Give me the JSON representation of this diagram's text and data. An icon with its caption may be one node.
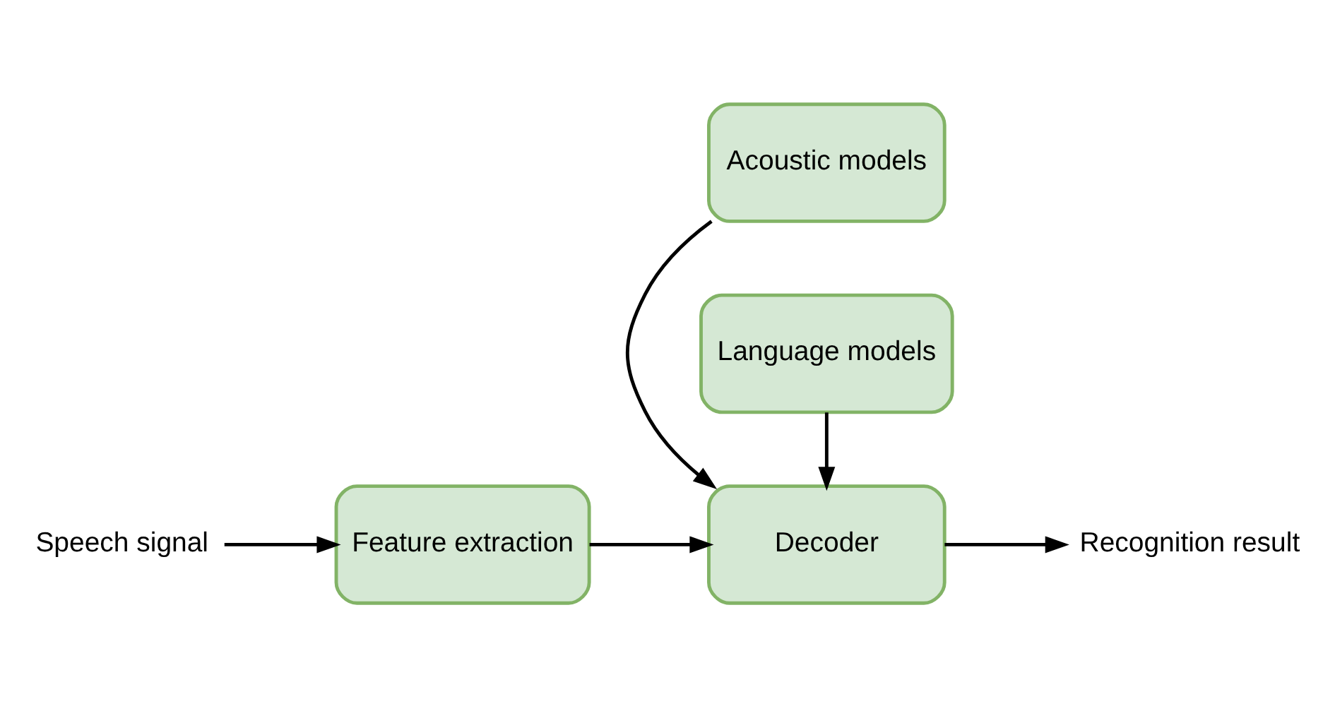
{
  "diagram": {
    "nodes": [
      {
        "text": [
          "Speech signal"
        ]
      },
      {
        "text": [
          "Feature extraction"
        ]
      },
      {
        "text": [
          "Acoustic models"
        ]
      },
      {
        "text": [
          "Decoder"
        ]
      },
      {
        "text": [
          "Language models"
        ]
      },
      {
        "text": [
          "Recognition result"
        ]
      }
    ],
    "edges": [
      {
        "from": 0,
        "to": 1,
        "arrow": "to"
      },
      {
        "from": 1,
        "to": 3,
        "arrow": "to"
      },
      {
        "from": 2,
        "to": 3,
        "arrow": "to"
      },
      {
        "from": 4,
        "to": 3,
        "arrow": "to"
      },
      {
        "from": 3,
        "to": 5,
        "arrow": "to"
      }
    ]
  }
}
